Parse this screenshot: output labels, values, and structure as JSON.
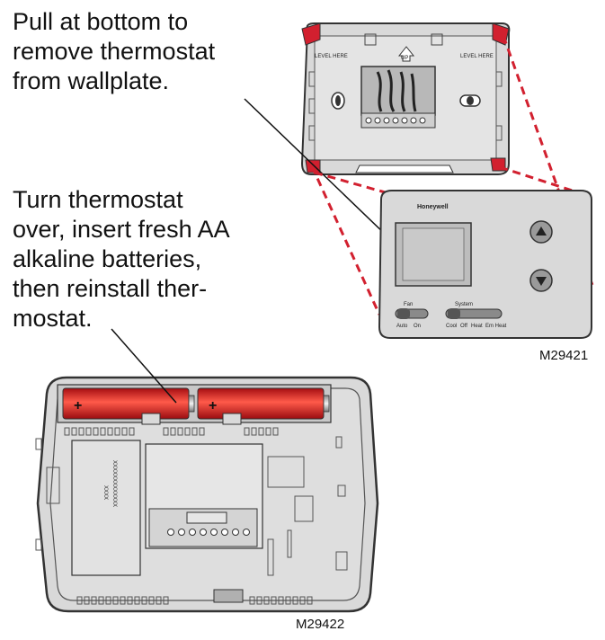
{
  "instructions": {
    "step1": [
      "Pull at bottom to",
      "remove thermostat",
      "from wallplate."
    ],
    "step2": [
      "Turn thermostat",
      "over, insert fresh AA",
      "alkaline batteries,",
      "then reinstall ther-",
      "mostat."
    ]
  },
  "figure1": {
    "label": "M29421",
    "wallplate": {
      "level_left": "LEVEL HERE",
      "level_right": "LEVEL HERE",
      "up": "UP"
    },
    "thermostat": {
      "brand": "Honeywell",
      "fan_label": "Fan",
      "fan_options": [
        "Auto",
        "On"
      ],
      "system_label": "System",
      "system_options": [
        "Cool",
        "Off",
        "Heat",
        "Em Heat"
      ]
    }
  },
  "figure2": {
    "label": "M29422",
    "battery_symbol": "+",
    "label_code_lines": [
      "XXXXXXXXXXXXX",
      "XXXX"
    ]
  },
  "colors": {
    "battery": "#e8201f",
    "dashed_lines": "#d2202f",
    "device_fill": "#d9d9d9"
  }
}
